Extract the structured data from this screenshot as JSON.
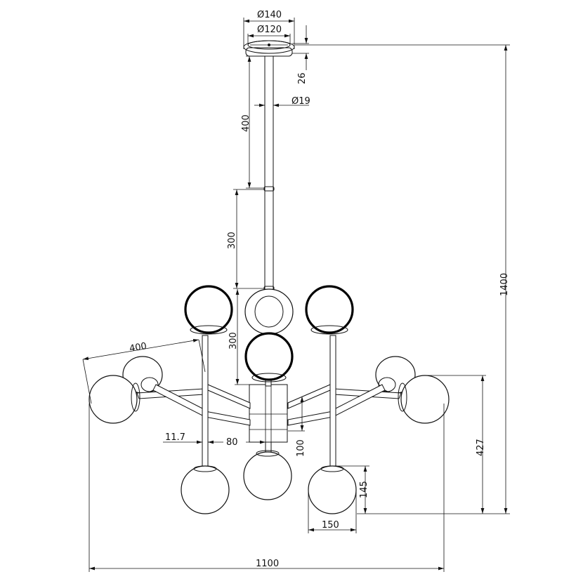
{
  "drawing": {
    "dimensions": {
      "canopy_outer": "Ø140",
      "canopy_inner": "Ø120",
      "canopy_height": "26",
      "rod_diameter": "Ø19",
      "rod_1": "400",
      "rod_2": "300",
      "rod_3": "300",
      "arm_length": "400",
      "offset_small": "11.7",
      "offset_80": "80",
      "hub_height": "100",
      "lower_height": "427",
      "total_height": "1400",
      "globe_height": "145",
      "globe_width": "150",
      "total_width": "1100"
    }
  }
}
